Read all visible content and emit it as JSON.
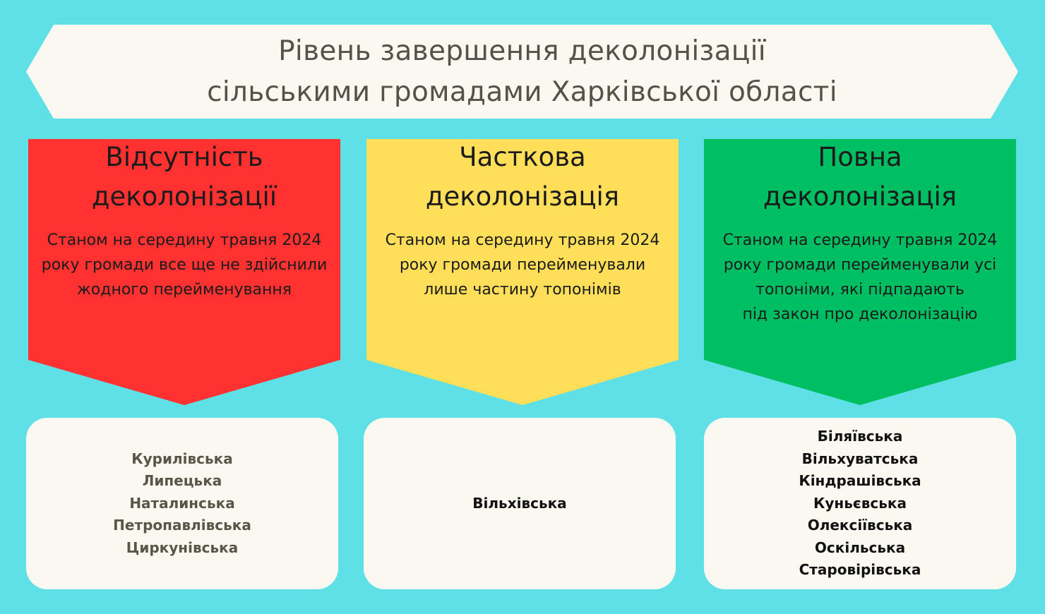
{
  "title": {
    "line1": "Рівень завершення деколонізації",
    "line2": "сільськими громадами Харківської області"
  },
  "colors": {
    "background": "#5fe0e6",
    "banner": "#fbf8f1",
    "none": "#ff3131",
    "partial": "#ffde59",
    "full": "#00bf63"
  },
  "columns": [
    {
      "heading1": "Відсутність",
      "heading2": "деколонізації",
      "desc1": "Станом на середину травня 2024",
      "desc2": "року громади все ще не здійснили",
      "desc3": "жодного перейменування",
      "desc4": "",
      "items": [
        "Курилівська",
        "Липецька",
        "Наталинська",
        "Петропавлівська",
        "Циркунівська"
      ]
    },
    {
      "heading1": "Часткова",
      "heading2": "деколонізація",
      "desc1": "Станом на середину травня 2024",
      "desc2": "року громади перейменували",
      "desc3": "лише частину топонімів",
      "desc4": "",
      "items": [
        "Вільхівська"
      ]
    },
    {
      "heading1": "Повна",
      "heading2": "деколонізація",
      "desc1": "Станом на середину травня 2024",
      "desc2": "року громади перейменували усі",
      "desc3": "топоніми, які підпадають",
      "desc4": "під закон про деколонізацію",
      "items": [
        "Біляївська",
        "Вільхуватська",
        "Кіндрашівська",
        "Куньєвська",
        "Олексіївська",
        "Оскільська",
        "Старовірівська"
      ]
    }
  ]
}
